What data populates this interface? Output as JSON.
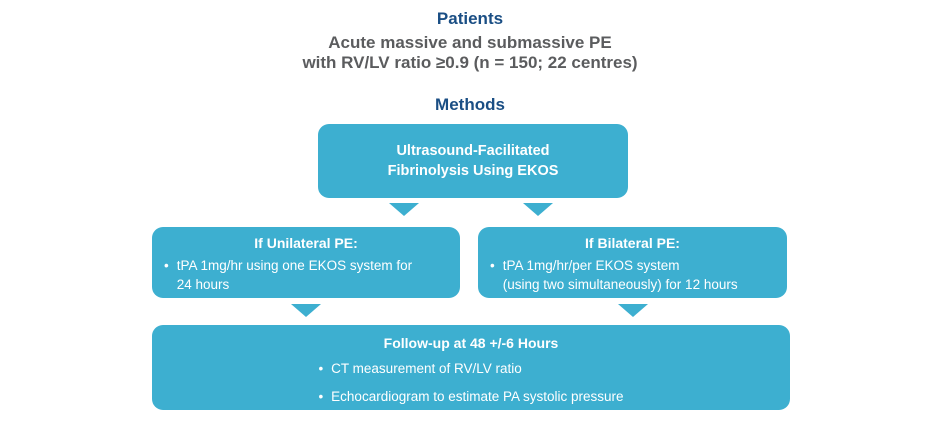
{
  "colors": {
    "teal": "#3DAFD0",
    "navy": "#1A4E84",
    "gray": "#5B5C5E",
    "box_text": "#ffffff",
    "background": "#ffffff"
  },
  "header": {
    "patients_title": "Patients",
    "patients_line1": "Acute massive and submassive PE",
    "patients_line2": "with RV/LV ratio ≥0.9 (n = 150; 22 centres)",
    "methods_title": "Methods"
  },
  "flowchart": {
    "top_box": {
      "text": "Ultrasound-Facilitated\nFibrinolysis Using EKOS"
    },
    "left_box": {
      "title": "If Unilateral PE:",
      "bullets": [
        "tPA 1mg/hr using one EKOS system for\n24 hours"
      ]
    },
    "right_box": {
      "title": "If Bilateral PE:",
      "bullets": [
        "tPA 1mg/hr/per EKOS system\n(using two simultaneously) for 12 hours"
      ]
    },
    "bottom_box": {
      "title": "Follow-up at 48 +/-6 Hours",
      "bullets": [
        "CT measurement of RV/LV ratio",
        "Echocardiogram to estimate PA systolic pressure"
      ]
    }
  }
}
